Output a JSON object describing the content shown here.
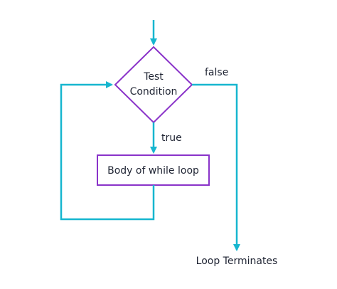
{
  "diagram": {
    "condition": {
      "line1": "Test",
      "line2": "Condition"
    },
    "body_label": "Body of while loop",
    "true_label": "true",
    "false_label": "false",
    "end_label": "Loop Terminates"
  },
  "colors": {
    "flow_line": "#16b6cf",
    "shape_border": "#8a33c9",
    "text": "#1f2433",
    "background": "#ffffff"
  }
}
